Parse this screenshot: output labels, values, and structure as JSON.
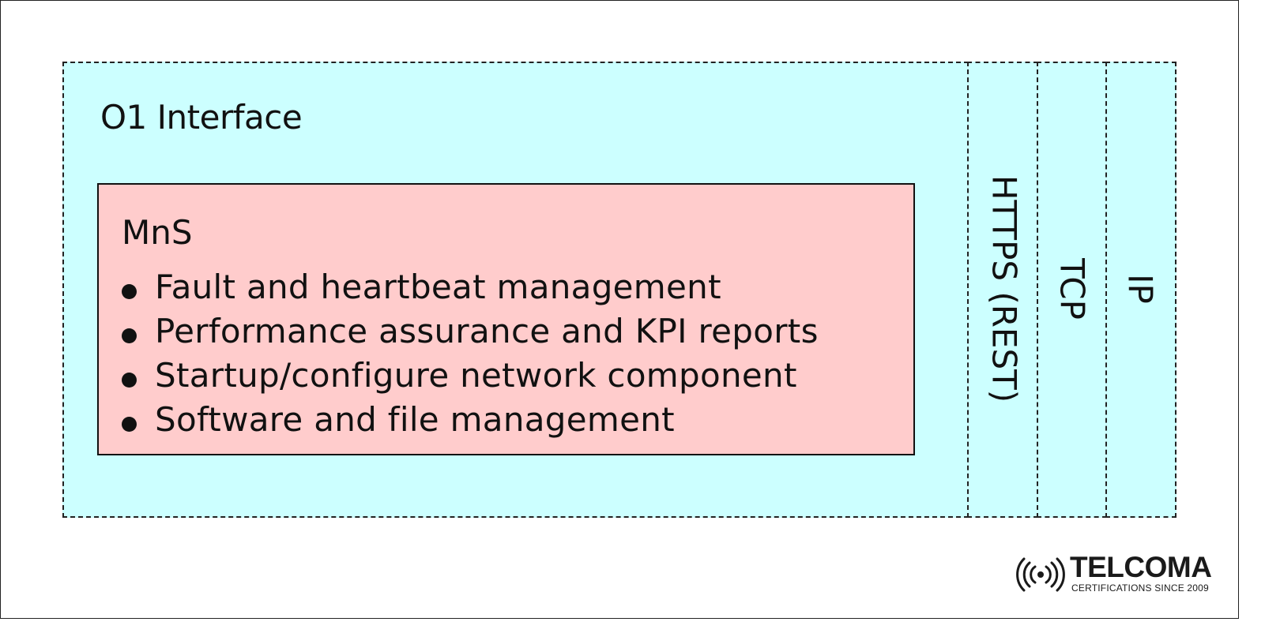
{
  "diagram": {
    "o1_interface": {
      "title": "O1 Interface",
      "mns": {
        "title": "MnS",
        "items": [
          "Fault and heartbeat management",
          "Performance assurance and KPI reports",
          "Startup/configure network component",
          "Software and file management"
        ]
      }
    },
    "protocol_layers": [
      "HTTPS (REST)",
      "TCP",
      "IP"
    ]
  },
  "logo": {
    "name": "TELCOMA",
    "tagline": "CERTIFICATIONS SINCE 2009"
  },
  "colors": {
    "o1_fill": "#ccffff",
    "mns_fill": "#ffcccc",
    "border": "#222222",
    "text": "#111111"
  }
}
